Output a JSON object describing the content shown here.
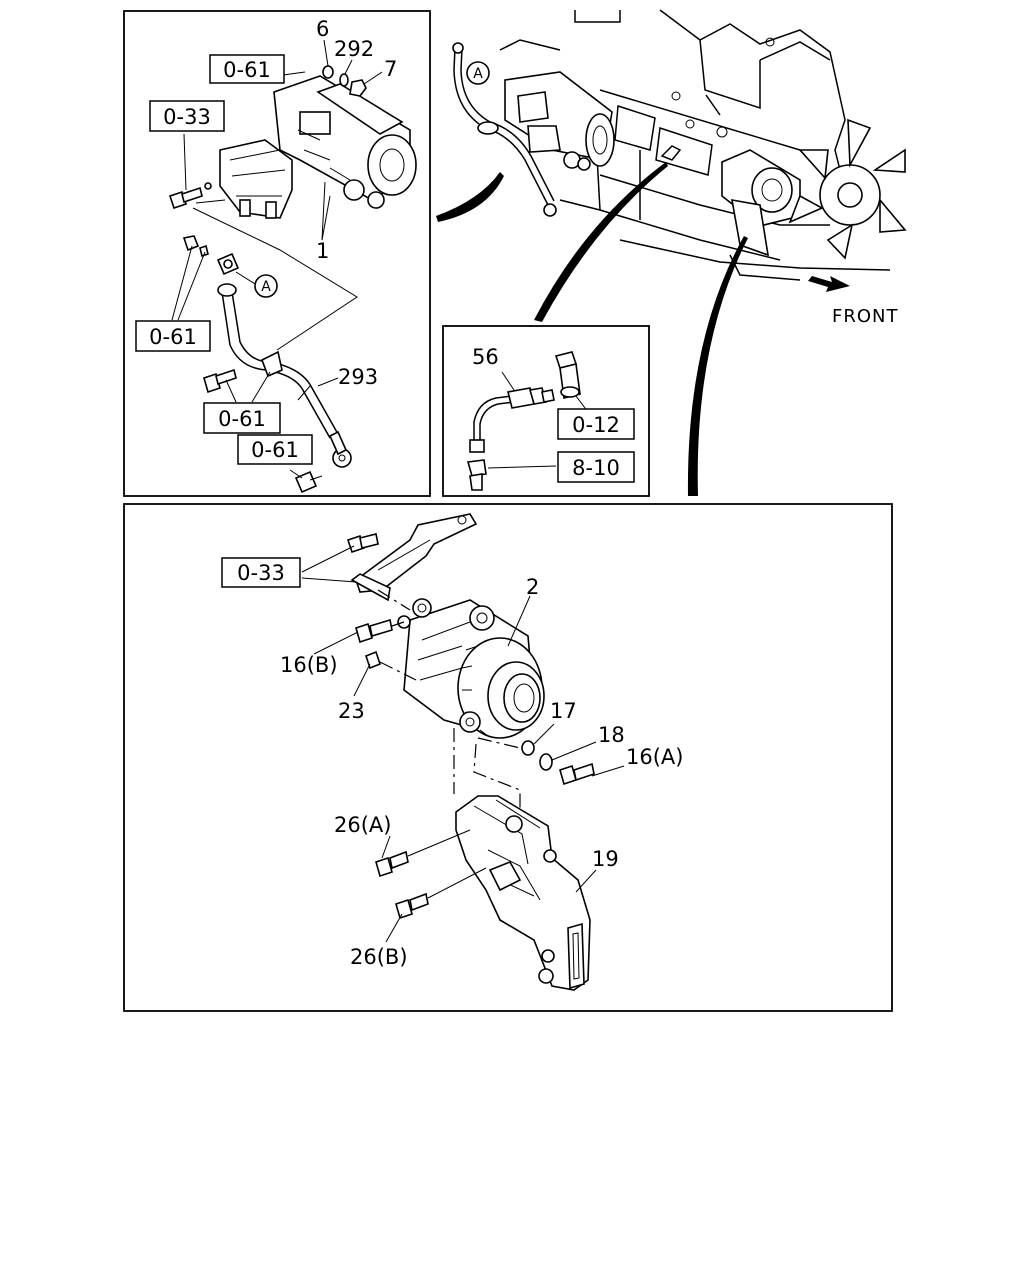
{
  "labels": {
    "p6": "6",
    "p292": "292",
    "p7": "7",
    "p1": "1",
    "p293": "293",
    "p56": "56",
    "p2": "2",
    "p16b": "16(B)",
    "p23": "23",
    "p17": "17",
    "p18": "18",
    "p16a": "16(A)",
    "p26a": "26(A)",
    "p19": "19",
    "p26b": "26(B)"
  },
  "refs": {
    "r061_top": "0-61",
    "r033_top": "0-33",
    "r061_left": "0-61",
    "r061_mid": "0-61",
    "r061_bottom": "0-61",
    "r012": "0-12",
    "r810": "8-10",
    "r033_lower": "0-33"
  },
  "callouts": {
    "a_left": "A",
    "a_engine": "A"
  },
  "front_label": "FRONT"
}
